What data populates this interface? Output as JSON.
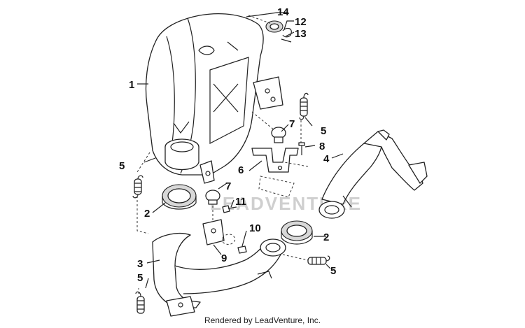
{
  "diagram": {
    "callouts": [
      {
        "id": "c14",
        "text": "14"
      },
      {
        "id": "c12",
        "text": "12"
      },
      {
        "id": "c13",
        "text": "13"
      },
      {
        "id": "c1",
        "text": "1"
      },
      {
        "id": "c5a",
        "text": "5"
      },
      {
        "id": "c7a",
        "text": "7"
      },
      {
        "id": "c8",
        "text": "8"
      },
      {
        "id": "c5b",
        "text": "5"
      },
      {
        "id": "c6",
        "text": "6"
      },
      {
        "id": "c4",
        "text": "4"
      },
      {
        "id": "c7b",
        "text": "7"
      },
      {
        "id": "c2a",
        "text": "2"
      },
      {
        "id": "c11",
        "text": "11"
      },
      {
        "id": "c10",
        "text": "10"
      },
      {
        "id": "c2b",
        "text": "2"
      },
      {
        "id": "c9",
        "text": "9"
      },
      {
        "id": "c3",
        "text": "3"
      },
      {
        "id": "c5c",
        "text": "5"
      },
      {
        "id": "c5d",
        "text": "5"
      }
    ],
    "watermark": "LEADVENTURE"
  },
  "footer": {
    "credit": "Rendered by LeadVenture, Inc."
  }
}
